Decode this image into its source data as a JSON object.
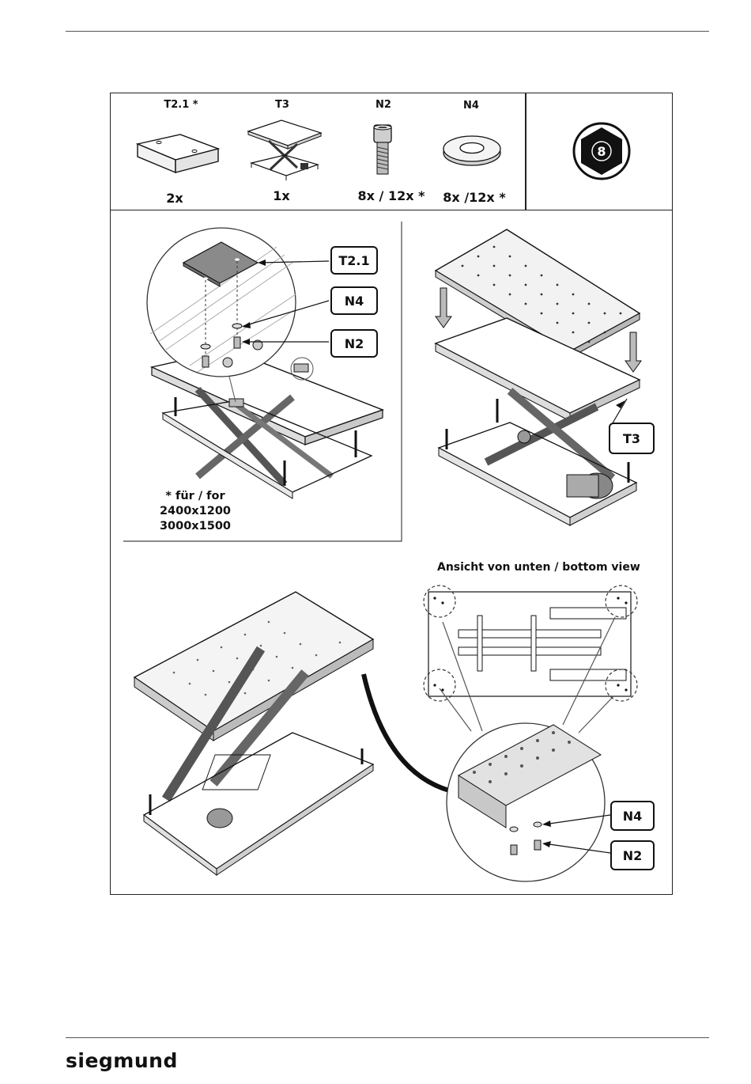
{
  "brand": "siegmund",
  "parts": [
    {
      "code": "T2.1 *",
      "qty": "2x"
    },
    {
      "code": "T3",
      "qty": "1x"
    },
    {
      "code": "N2",
      "qty": "8x / 12x *"
    },
    {
      "code": "N4",
      "qty": "8x /12x *"
    }
  ],
  "tool": {
    "size": "8",
    "icon": "hex-socket-icon"
  },
  "callouts": {
    "t21": "T2.1",
    "n4": "N4",
    "n2": "N2",
    "t3": "T3",
    "n4_bottom": "N4",
    "n2_bottom": "N2"
  },
  "note": {
    "line1": "* für /  for",
    "line2": "2400x1200",
    "line3": "3000x1500"
  },
  "bottom_view_title": "Ansicht von unten / bottom  view"
}
